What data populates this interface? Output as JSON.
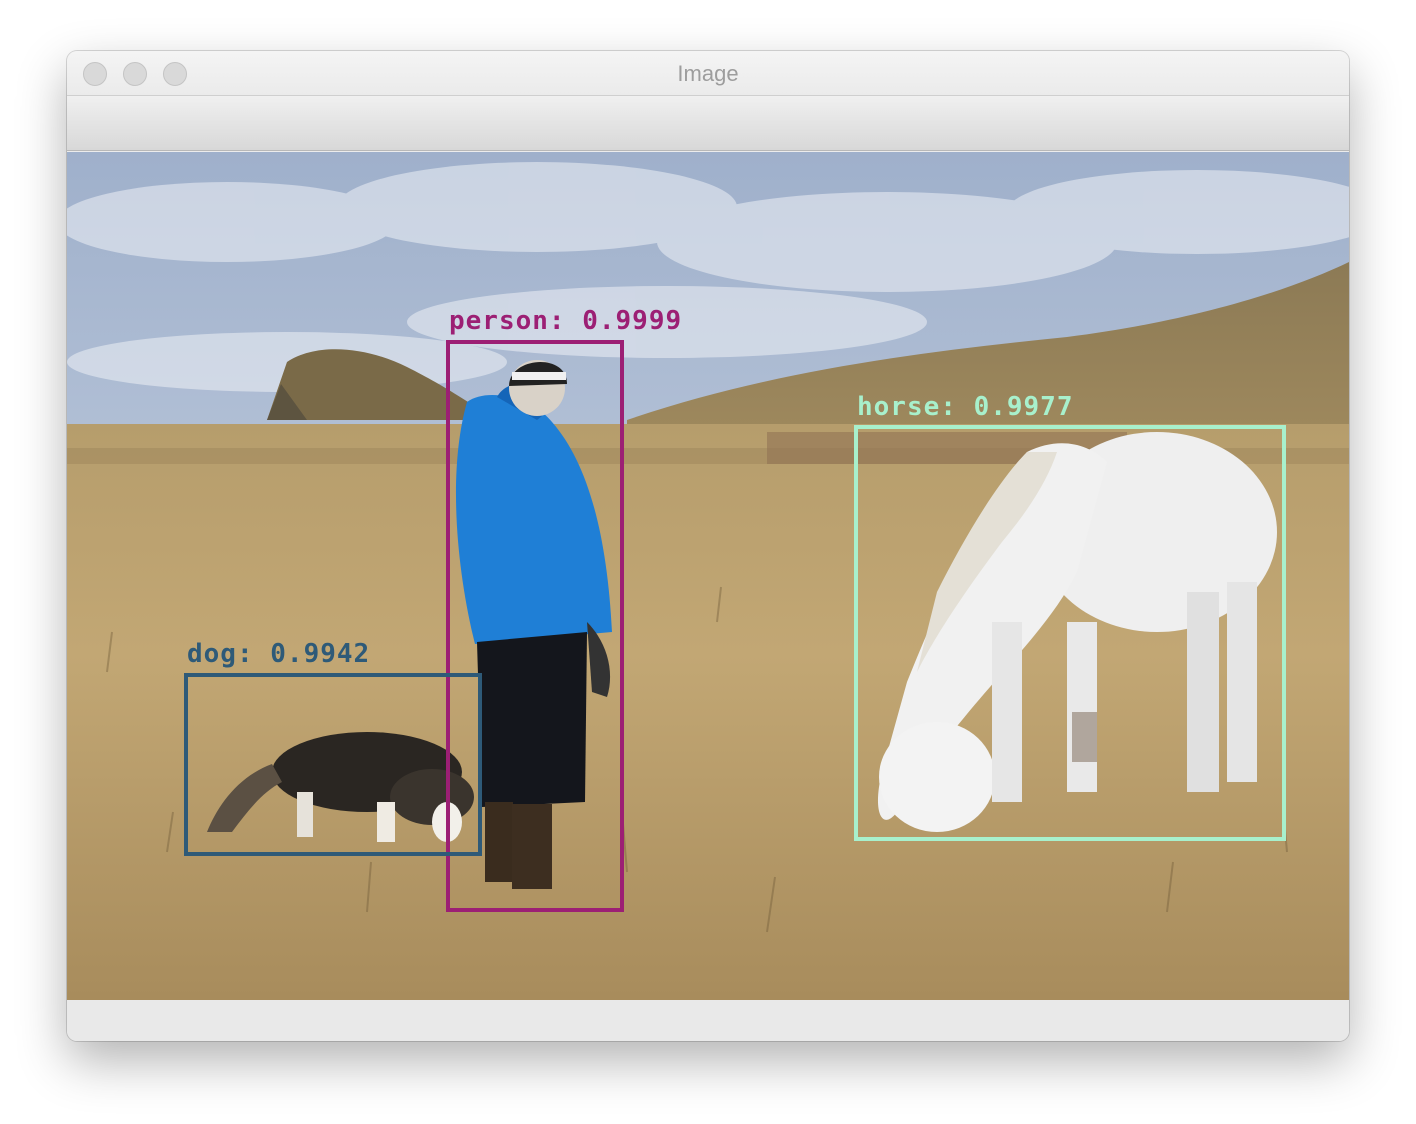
{
  "window": {
    "title": "Image"
  },
  "detections": [
    {
      "label": "person: 0.9999",
      "color": "#9c1f74"
    },
    {
      "label": "horse: 0.9977",
      "color": "#a8f0cc"
    },
    {
      "label": "dog: 0.9942",
      "color": "#2e5a78"
    }
  ]
}
